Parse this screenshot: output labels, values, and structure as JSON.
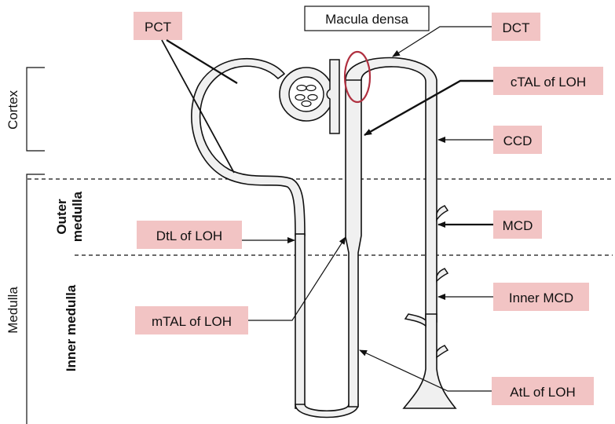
{
  "labels": {
    "pct": "PCT",
    "macula_densa": "Macula densa",
    "dct": "DCT",
    "ctal": "cTAL of LOH",
    "ccd": "CCD",
    "dtl": "DtL of LOH",
    "mcd": "MCD",
    "inner_mcd": "Inner MCD",
    "mtal": "mTAL of LOH",
    "atl": "AtL of LOH"
  },
  "regions": {
    "cortex": "Cortex",
    "medulla": "Medulla",
    "outer_medulla_1": "Outer",
    "outer_medulla_2": "medulla",
    "inner_medulla": "Inner medulla"
  },
  "colors": {
    "label_fill": "#f2c4c4",
    "tubule_fill": "#f0f0f0",
    "outline": "#111111",
    "macula_circle": "#b03040"
  }
}
